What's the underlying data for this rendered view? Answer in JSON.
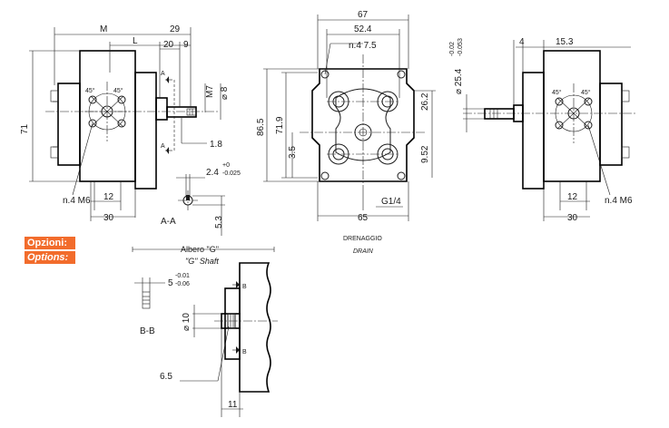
{
  "left_view": {
    "dim_M": "M",
    "dim_29": "29",
    "dim_L": "L",
    "dim_20": "20",
    "dim_9": "9",
    "dim_71": "71",
    "angle_a": "45°",
    "angle_b": "45°",
    "dim_M7": "M7",
    "dim_dia8": "⌀ 8",
    "dim_1_8": "1.8",
    "section_A_top": "A",
    "section_A_bottom": "A",
    "dim_2_4": "2.4",
    "tol_2_4_upper": "+0",
    "tol_2_4_lower": "-0.025",
    "dim_5_3": "5.3",
    "section_AA": "A-A",
    "thread_label": "n.4  M6",
    "dim_12": "12",
    "dim_30": "30"
  },
  "front_view": {
    "dim_67": "67",
    "dim_52_4": "52.4",
    "holes_label": "n.4  7.5",
    "dim_86_5": "86.5",
    "dim_71_9": "71.9",
    "dim_26_2": "26.2",
    "dim_3_5": "3.5",
    "dim_9_52": "9.52",
    "port_label": "G1/4",
    "dim_65": "65",
    "drain_it": "DRENAGGIO",
    "drain_en": "DRAIN"
  },
  "right_view": {
    "dim_4": "4",
    "dim_15_3": "15.3",
    "dia_25_4": "⌀ 25.4",
    "tol_upper": "-0.02",
    "tol_lower": "-0.053",
    "angle_a": "45°",
    "angle_b": "45°",
    "thread_label": "n.4  M6",
    "dim_12": "12",
    "dim_30": "30"
  },
  "options": {
    "label_it": "Opzioni:",
    "label_en": "Options:",
    "color": "#f26c2c"
  },
  "shaft_g": {
    "title_it": "Albero \"G\"",
    "title_en": "\"G\" Shaft",
    "dim_5": "5",
    "tol_upper": "-0.01",
    "tol_lower": "-0.06",
    "section_BB": "B-B",
    "dia_10": "⌀ 10",
    "dim_6_5": "6.5",
    "dim_11": "11",
    "section_B_top": "B",
    "section_B_bottom": "B"
  }
}
